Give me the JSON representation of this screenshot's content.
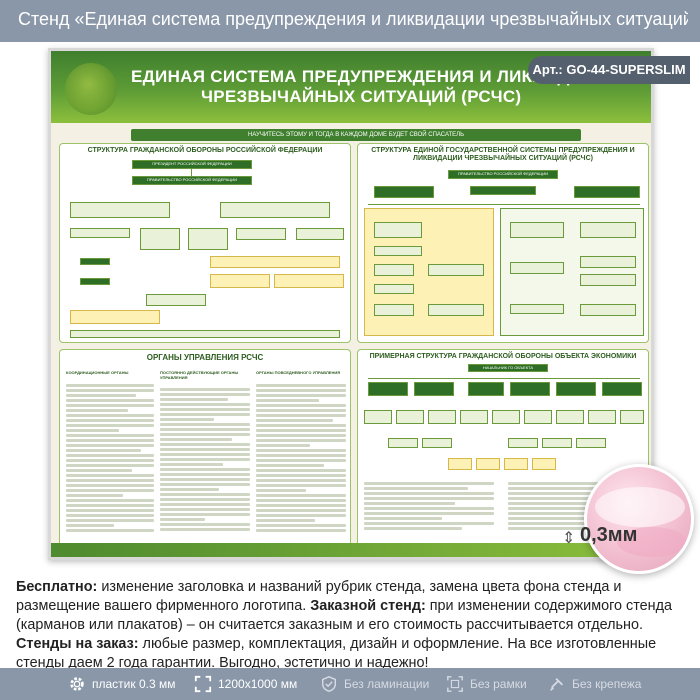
{
  "page_title": "Стенд «Единая система предупреждения и ликвидации чрезвычайных ситуаций (РС...",
  "stand": {
    "title_line1": "ЕДИНАЯ СИСТЕМА ПРЕДУПРЕЖДЕНИЯ И ЛИКВИДА",
    "title_line2": "ЧРЕЗВЫЧАЙНЫХ СИТУАЦИЙ (РСЧС)",
    "slogan": "НАУЧИТЕСЬ ЭТОМУ И ТОГДА В КАЖДОМ ДОМЕ БУДЕТ СВОЙ СПАСАТЕЛЬ",
    "panel1_title": "СТРУКТУРА ГРАЖДАНСКОЙ ОБОРОНЫ РОССИЙСКОЙ ФЕДЕРАЦИИ",
    "panel1_top_box": "ПРЕЗИДЕНТ РОССИЙСКОЙ ФЕДЕРАЦИИ",
    "panel1_second_box": "ПРАВИТЕЛЬСТВО РОССИЙСКОЙ ФЕДЕРАЦИИ",
    "panel2_title": "СТРУКТУРА ЕДИНОЙ ГОСУДАРСТВЕННОЙ СИСТЕМЫ ПРЕДУПРЕЖДЕНИЯ И ЛИКВИДАЦИИ ЧРЕЗВЫЧАЙНЫХ СИТУАЦИЙ (РСЧС)",
    "panel2_top_box": "ПРАВИТЕЛЬСТВО РОССИЙСКОЙ ФЕДЕРАЦИИ",
    "panel3_title": "ОРГАНЫ УПРАВЛЕНИЯ РСЧС",
    "panel3_col1": "КООРДИНАЦИОННЫЕ ОРГАНЫ",
    "panel3_col2": "ПОСТОЯННО ДЕЙСТВУЮЩИЕ ОРГАНЫ УПРАВЛЕНИЯ",
    "panel3_col3": "ОРГАНЫ ПОВСЕДНЕВНОГО УПРАВЛЕНИЯ",
    "panel4_title": "ПРИМЕРНАЯ СТРУКТУРА ГРАЖДАНСКОЙ ОБОРОНЫ ОБЪЕКТА ЭКОНОМИКИ",
    "panel4_top_box": "НАЧАЛЬНИК ГО ОБЪЕКТА"
  },
  "article": "Арт.: GO-44-SUPERSLIM",
  "thickness": "0,3мм",
  "description": {
    "free_label": "Бесплатно:",
    "free_text": " изменение заголовка и названий рубрик стенда, замена цвета фона стенда и размещение вашего фирменного логотипа. ",
    "custom_label": "Заказной стенд:",
    "custom_text": " при изменении содержимого стенда (карманов или плакатов) – он считается заказным и его стоимость рассчитывается отдельно. ",
    "order_label": "Стенды на заказ:",
    "order_text": " любые размер, комплектация, дизайн и оформление. На все изготовленные стенды даем 2 года гарантии. Выгодно, эстетично и надежно!"
  },
  "specs": [
    {
      "icon": "gear-icon",
      "label": "пластик 0.3 мм",
      "enabled": true
    },
    {
      "icon": "expand-icon",
      "label": "1200х1000 мм",
      "enabled": true
    },
    {
      "icon": "shield-icon",
      "label": "Без ламинации",
      "enabled": false
    },
    {
      "icon": "frame-icon",
      "label": "Без рамки",
      "enabled": false
    },
    {
      "icon": "fastener-icon",
      "label": "Без крепежа",
      "enabled": false
    }
  ],
  "colors": {
    "bar": "#8a97a8",
    "article_badge": "#55606e",
    "stand_green": "#3f7f2e"
  }
}
